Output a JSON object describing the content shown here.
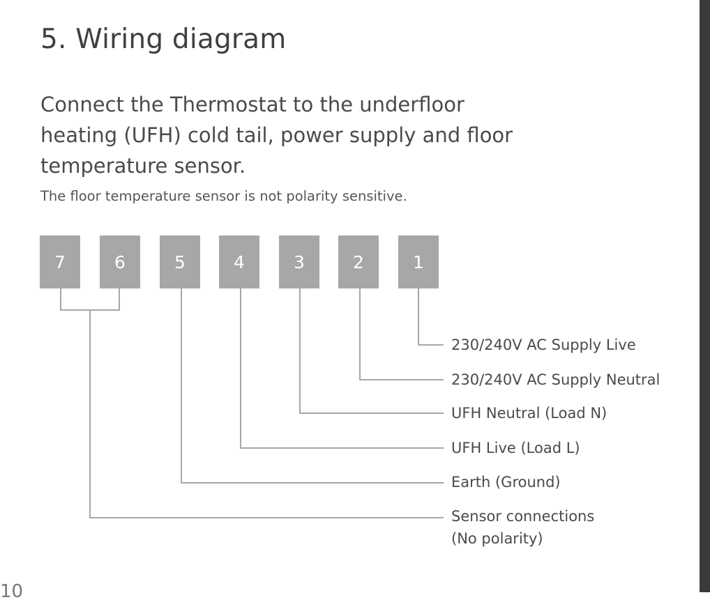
{
  "section_title": "5. Wiring diagram",
  "intro_lines": [
    "Connect the Thermostat to the underfloor",
    "heating (UFH) cold tail, power supply and floor",
    "temperature sensor."
  ],
  "note": "The floor temperature sensor is not polarity sensitive.",
  "terminals": [
    "7",
    "6",
    "5",
    "4",
    "3",
    "2",
    "1"
  ],
  "connections": [
    {
      "terminal": "1",
      "label": "230/240V AC Supply Live"
    },
    {
      "terminal": "2",
      "label": "230/240V AC Supply Neutral"
    },
    {
      "terminal": "3",
      "label": "UFH Neutral (Load N)"
    },
    {
      "terminal": "4",
      "label": "UFH Live (Load L)"
    },
    {
      "terminal": "5",
      "label": "Earth (Ground)"
    },
    {
      "terminal": "7+6",
      "label": "Sensor connections",
      "sublabel": "(No polarity)"
    }
  ],
  "page_number": "10",
  "colors": {
    "terminal_fill": "#a7a6a8",
    "wire": "#a7a6a8",
    "text": "#4a4a4a",
    "side_bar": "#3a3a3a"
  }
}
